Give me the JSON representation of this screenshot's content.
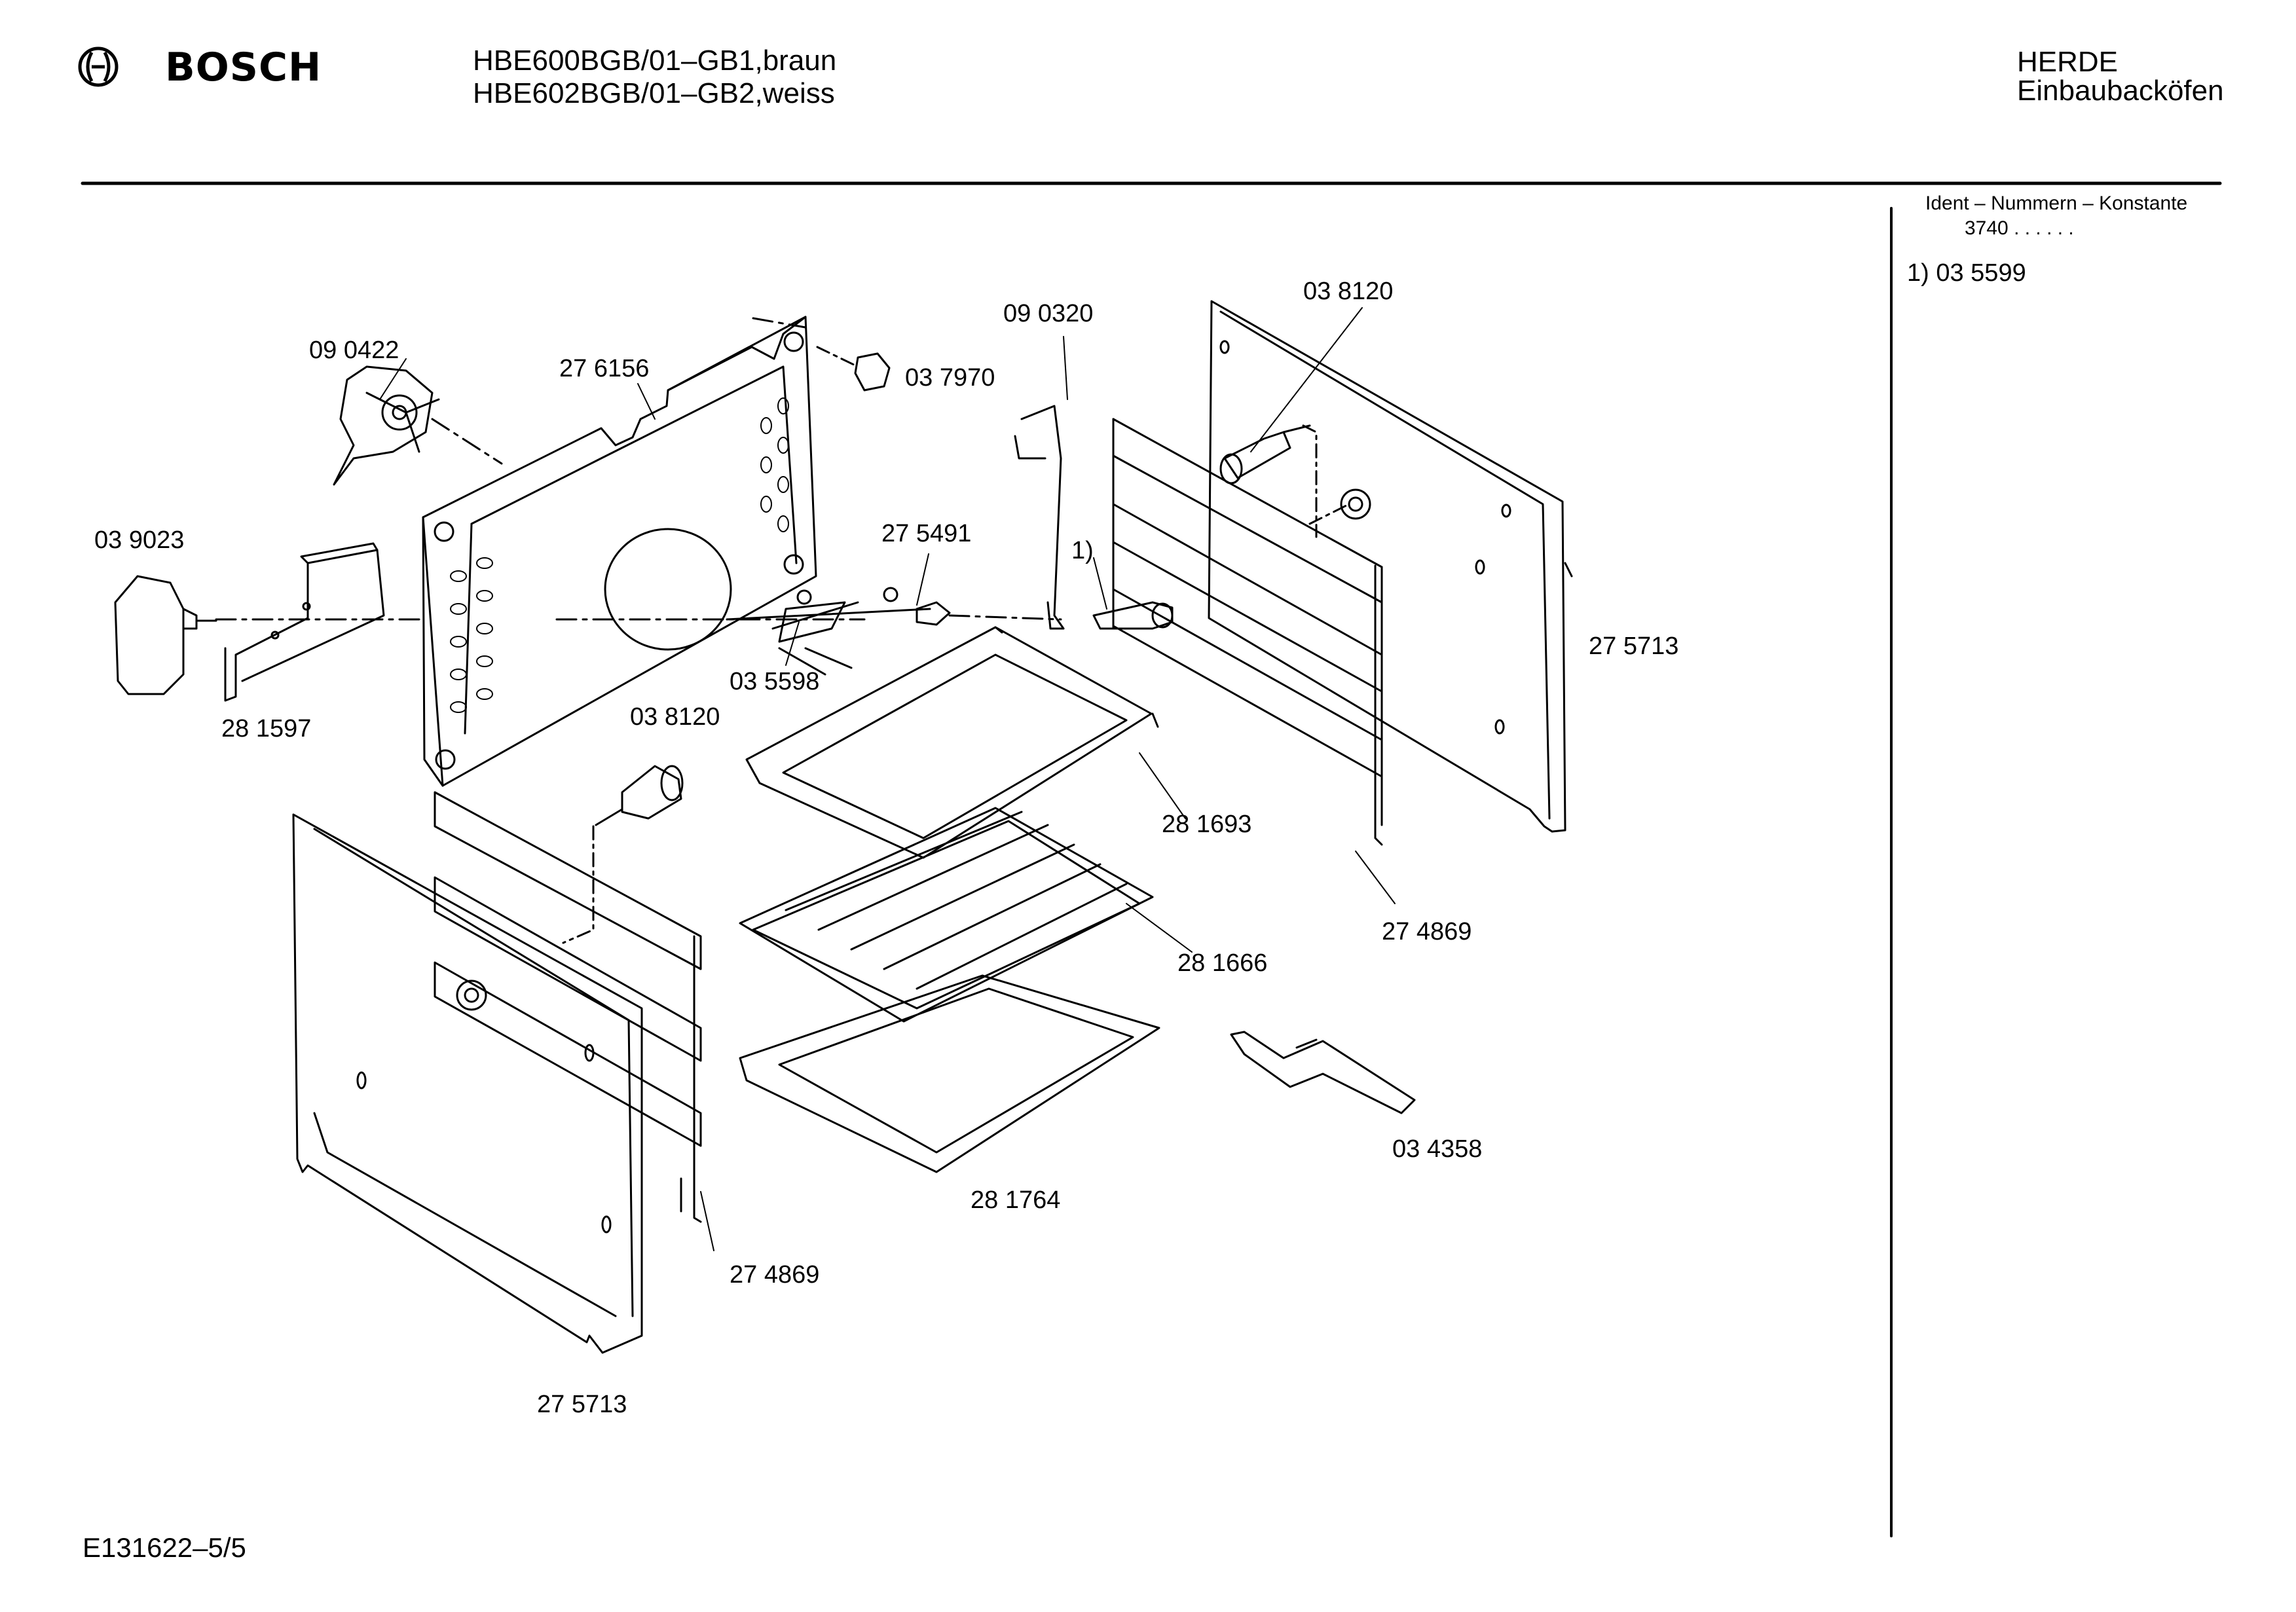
{
  "header": {
    "brand": "BOSCH",
    "model_line_1": "HBE600BGB/01–GB1,braun",
    "model_line_2": "HBE602BGB/01–GB2,weiss",
    "category_1": "HERDE",
    "category_2": "Einbaubacköfen"
  },
  "sidebar": {
    "ident_label": "Ident – Nummern – Konstante",
    "ident_value": "3740 . .   . . . .",
    "footnote": "1)  03 5599"
  },
  "parts": {
    "p090422": "09 0422",
    "p276156": "27 6156",
    "p037970": "03 7970",
    "p090320": "09 0320",
    "p038120_top": "03 8120",
    "p039023": "03 9023",
    "p275491": "27 5491",
    "p_footnote_marker": "1)",
    "p275713_right": "27 5713",
    "p035598": "03 5598",
    "p281597": "28 1597",
    "p038120_left": "03 8120",
    "p281693": "28 1693",
    "p274869_right": "27 4869",
    "p281666": "28 1666",
    "p034358": "03 4358",
    "p281764": "28 1764",
    "p274869_left": "27 4869",
    "p275713_left": "27 5713"
  },
  "footer": {
    "doc_id": "E131622–5/5"
  }
}
